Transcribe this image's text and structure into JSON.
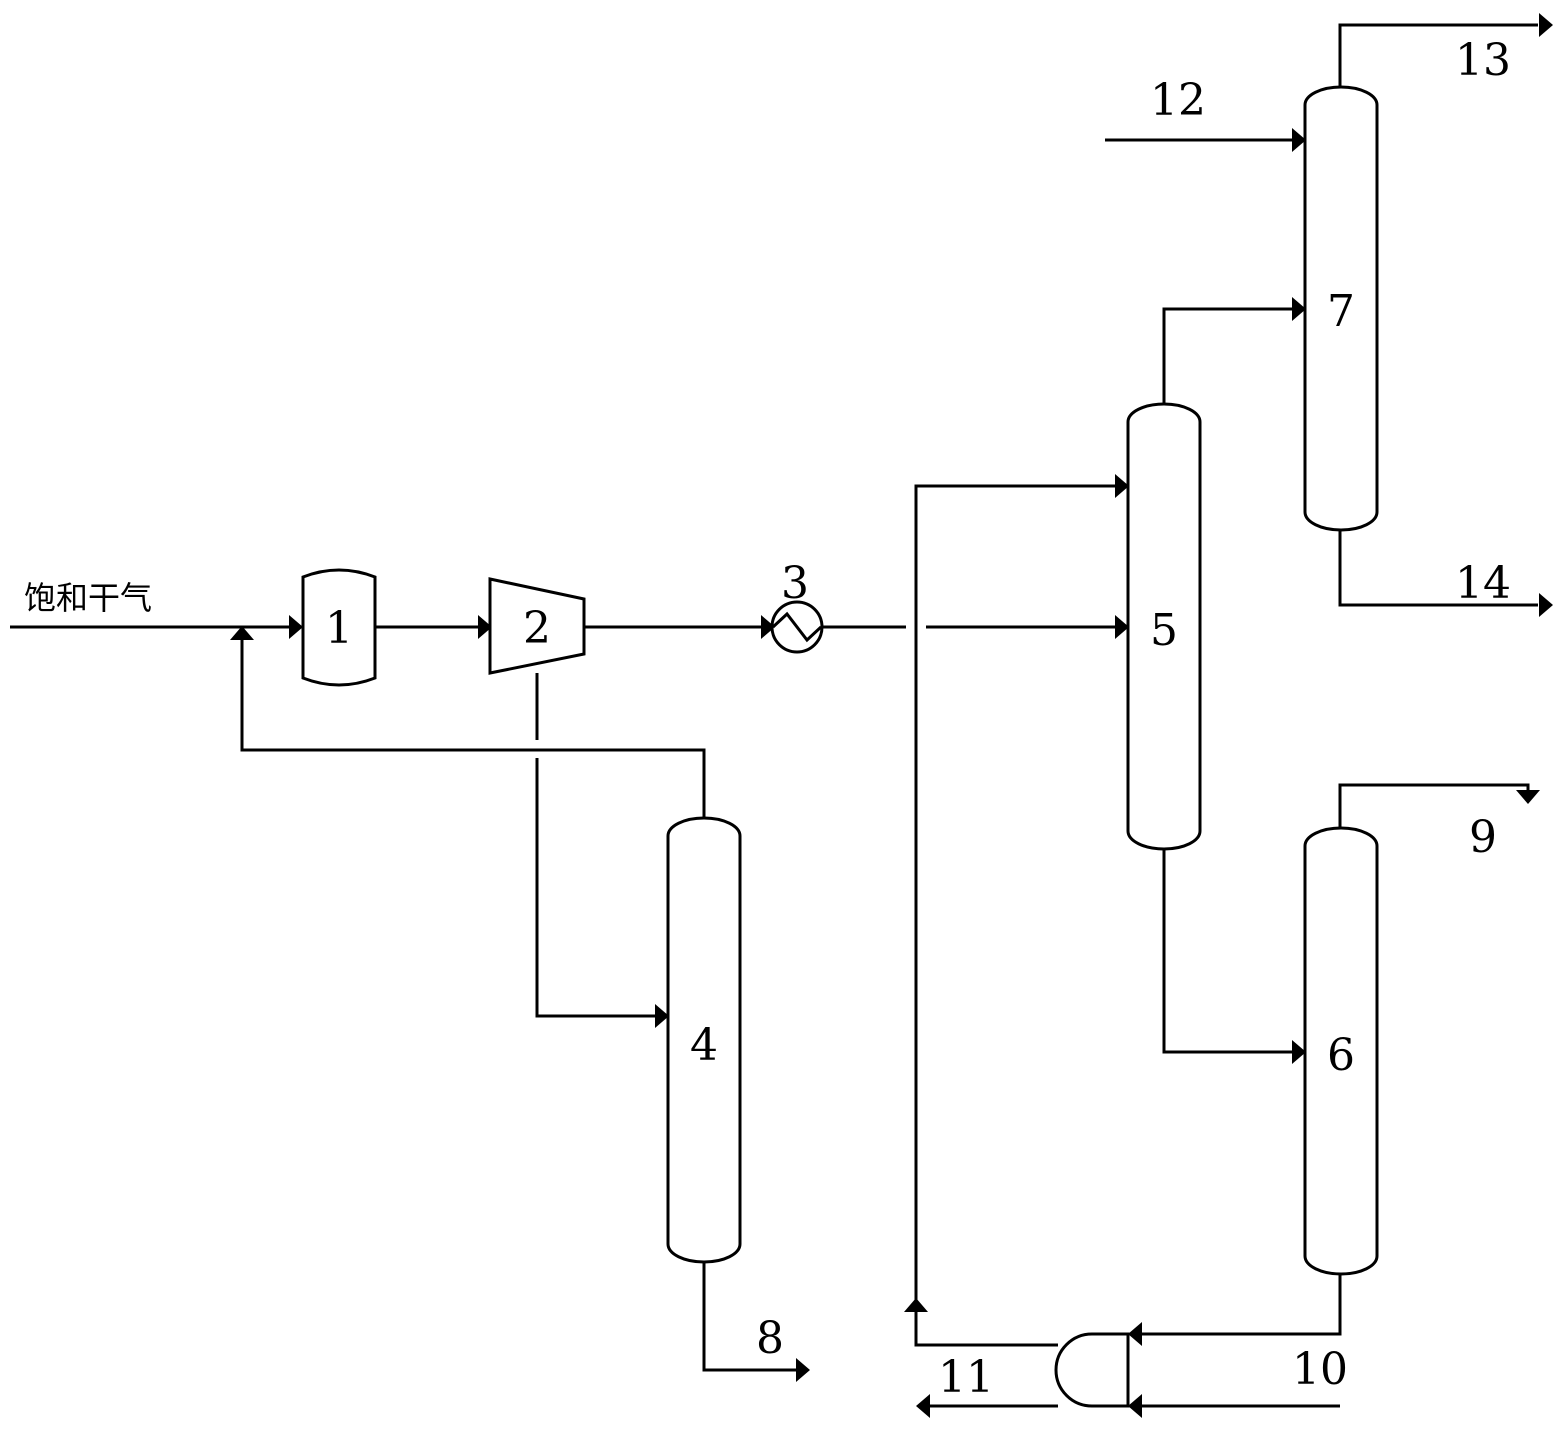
{
  "feed_label": "饱和干气",
  "equipment": [
    {
      "id": "1",
      "label": "1"
    },
    {
      "id": "2",
      "label": "2"
    },
    {
      "id": "3",
      "label": "3"
    },
    {
      "id": "4",
      "label": "4"
    },
    {
      "id": "5",
      "label": "5"
    },
    {
      "id": "6",
      "label": "6"
    },
    {
      "id": "7",
      "label": "7"
    }
  ],
  "streams": [
    {
      "id": "8",
      "label": "8"
    },
    {
      "id": "9",
      "label": "9"
    },
    {
      "id": "10",
      "label": "10"
    },
    {
      "id": "11",
      "label": "11"
    },
    {
      "id": "12",
      "label": "12"
    },
    {
      "id": "13",
      "label": "13"
    },
    {
      "id": "14",
      "label": "14"
    }
  ]
}
